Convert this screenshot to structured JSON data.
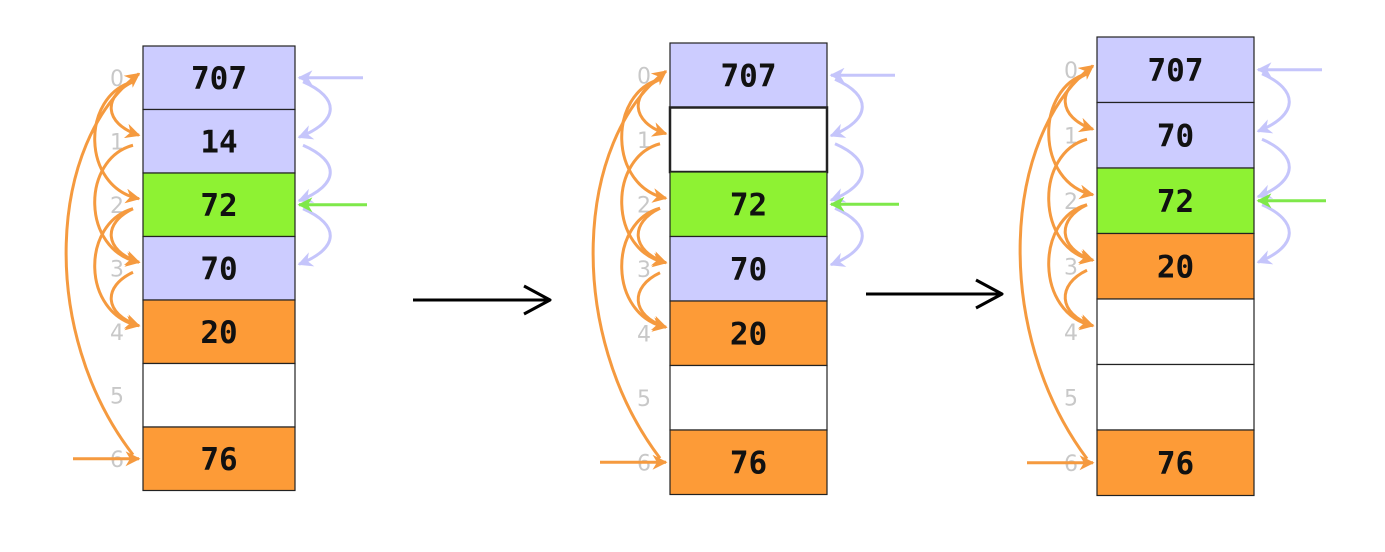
{
  "colors": {
    "lavender": "#ccccff",
    "green": "#8ef233",
    "orange": "#fd9b37",
    "empty": "#ffffff",
    "orange_arrow": "#f59a3f",
    "lavender_arrow": "#c5c5fb",
    "green_arrow": "#7fe84a",
    "transition_arrow": "#000000"
  },
  "index_labels": [
    "0",
    "1",
    "2",
    "3",
    "4",
    "5",
    "6"
  ],
  "tables": [
    {
      "name": "table-before",
      "cells": [
        {
          "value": "707",
          "color": "lavender"
        },
        {
          "value": "14",
          "color": "lavender"
        },
        {
          "value": "72",
          "color": "green"
        },
        {
          "value": "70",
          "color": "lavender"
        },
        {
          "value": "20",
          "color": "orange"
        },
        {
          "value": "",
          "color": "empty"
        },
        {
          "value": "76",
          "color": "orange"
        }
      ]
    },
    {
      "name": "table-deleted",
      "cells": [
        {
          "value": "707",
          "color": "lavender"
        },
        {
          "value": "",
          "color": "empty",
          "highlighted": true
        },
        {
          "value": "72",
          "color": "green"
        },
        {
          "value": "70",
          "color": "lavender"
        },
        {
          "value": "20",
          "color": "orange"
        },
        {
          "value": "",
          "color": "empty"
        },
        {
          "value": "76",
          "color": "orange"
        }
      ]
    },
    {
      "name": "table-after",
      "cells": [
        {
          "value": "707",
          "color": "lavender"
        },
        {
          "value": "70",
          "color": "lavender"
        },
        {
          "value": "72",
          "color": "green"
        },
        {
          "value": "20",
          "color": "orange"
        },
        {
          "value": "",
          "color": "empty"
        },
        {
          "value": "",
          "color": "empty"
        },
        {
          "value": "76",
          "color": "orange"
        }
      ]
    }
  ]
}
